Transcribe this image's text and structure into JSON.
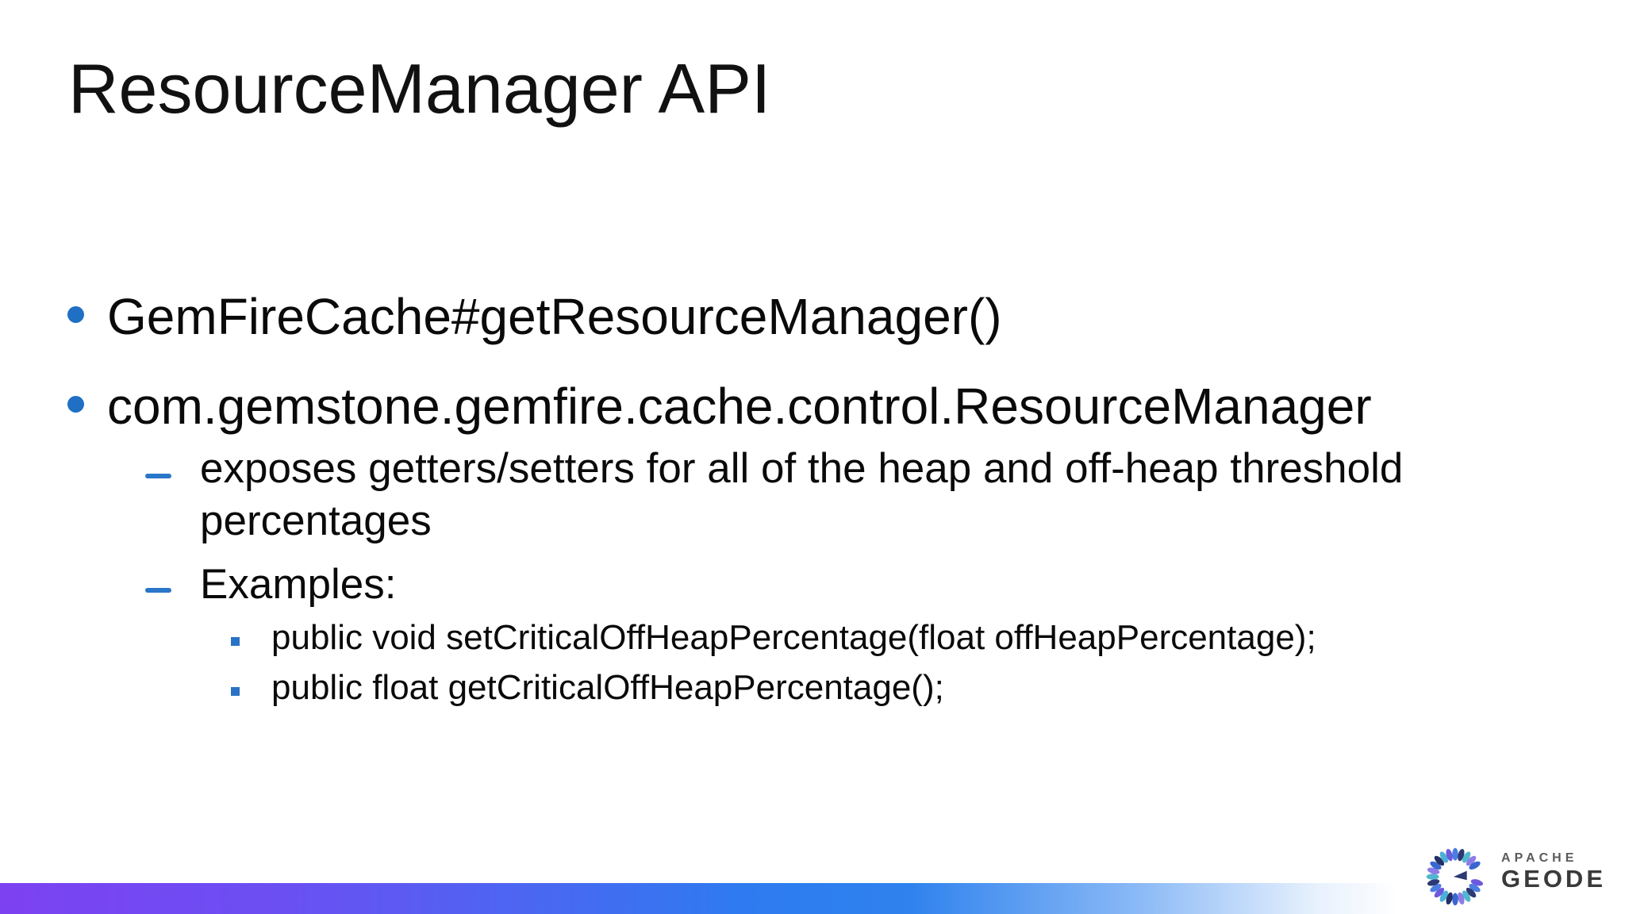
{
  "slide_title": "ResourceManager API",
  "bullets": {
    "b1": "GemFireCache#getResourceManager()",
    "b2": "com.gemstone.gemfire.cache.control.ResourceManager",
    "sub1": "exposes getters/setters for all of the heap and off-heap threshold percentages",
    "sub2": "Examples:",
    "code1": "public void setCriticalOffHeapPercentage(float offHeapPercentage);",
    "code2": "public float getCriticalOffHeapPercentage();"
  },
  "logo": {
    "apache": "APACHE",
    "geode": "GEODE"
  },
  "colors": {
    "background": "#ffffff",
    "text": "#0a0a0a",
    "bullet_dot": "#1f6fc4",
    "bullet_dash": "#2a76c9",
    "bullet_square": "#2a72c4",
    "footer_gradient_left": "#7d41f2",
    "footer_gradient_mid": "#2e7bf0",
    "footer_gradient_right": "#ffffff",
    "logo_apache_text": "#5a5a5a",
    "logo_geode_text": "#3a3a3a",
    "logo_petal_palette": [
      "#6d59dd",
      "#4b7de2",
      "#2b3a75",
      "#53b6cf",
      "#8d7ce8",
      "#3a66cf",
      "#243066",
      "#49b0d8"
    ]
  }
}
